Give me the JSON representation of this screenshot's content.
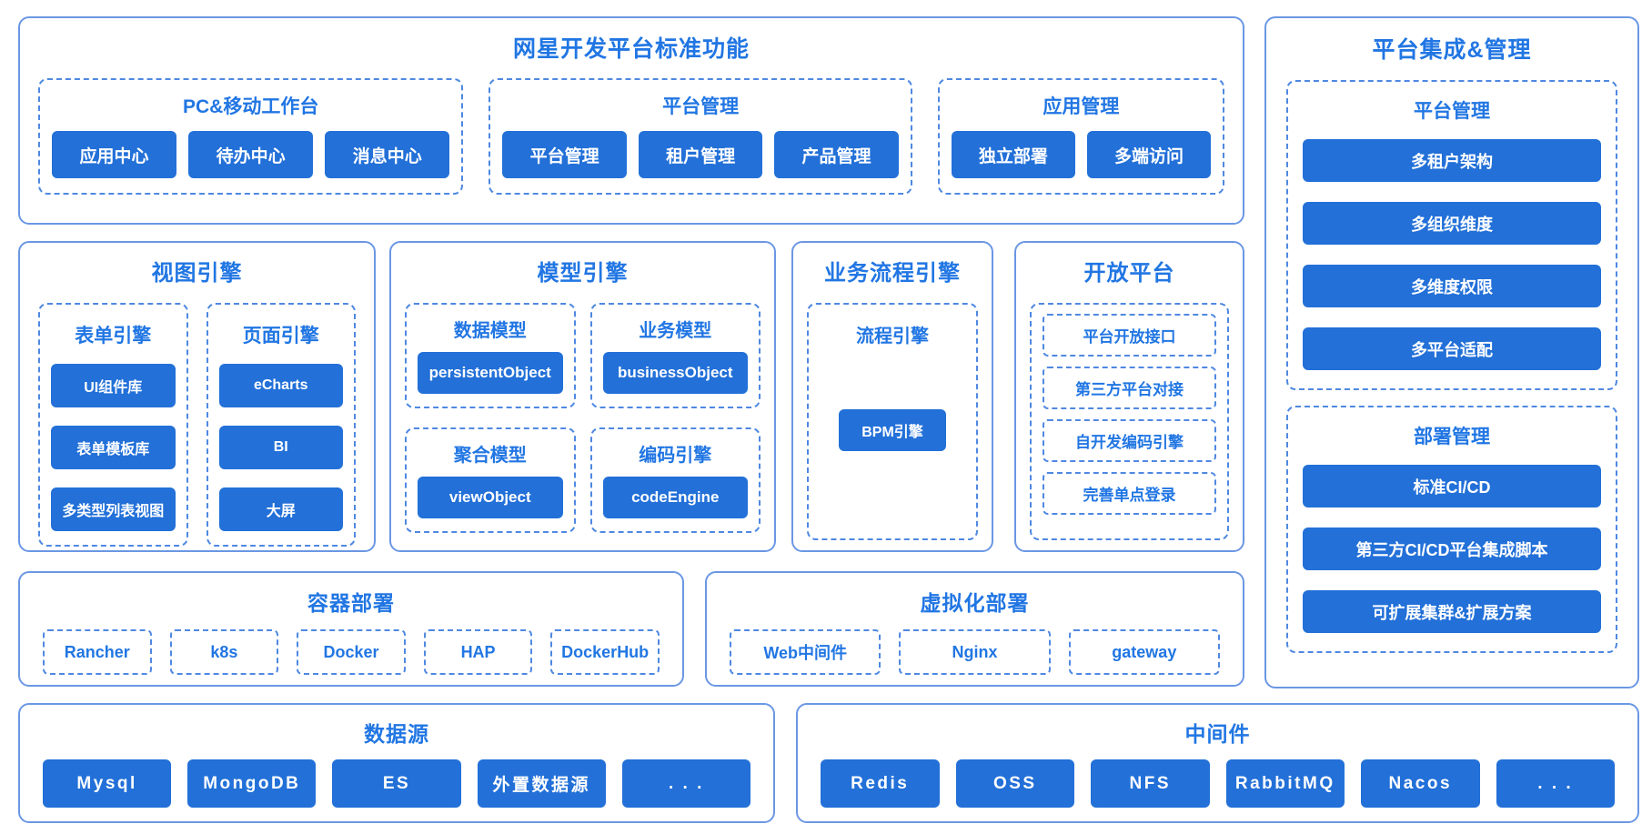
{
  "colors": {
    "button_fill": "#2270d8",
    "title_text": "#2176e3",
    "solid_border": "#6b97e4",
    "dashed_border": "#4f88e1",
    "background": "#ffffff"
  },
  "standard": {
    "title": "网星开发平台标准功能",
    "groups": [
      {
        "title": "PC&移动工作台",
        "buttons": [
          "应用中心",
          "待办中心",
          "消息中心"
        ]
      },
      {
        "title": "平台管理",
        "buttons": [
          "平台管理",
          "租户管理",
          "产品管理"
        ]
      },
      {
        "title": "应用管理",
        "buttons": [
          "独立部署",
          "多端访问"
        ]
      }
    ]
  },
  "view_engine": {
    "title": "视图引擎",
    "columns": [
      {
        "title": "表单引擎",
        "buttons": [
          "UI组件库",
          "表单模板库",
          "多类型列表视图"
        ]
      },
      {
        "title": "页面引擎",
        "buttons": [
          "eCharts",
          "BI",
          "大屏"
        ]
      }
    ]
  },
  "model_engine": {
    "title": "模型引擎",
    "cells": [
      {
        "title": "数据模型",
        "button": "persistentObject"
      },
      {
        "title": "业务模型",
        "button": "businessObject"
      },
      {
        "title": "聚合模型",
        "button": "viewObject"
      },
      {
        "title": "编码引擎",
        "button": "codeEngine"
      }
    ]
  },
  "bpm": {
    "title": "业务流程引擎",
    "sub_title": "流程引擎",
    "button": "BPM引擎"
  },
  "open_platform": {
    "title": "开放平台",
    "items": [
      "平台开放接口",
      "第三方平台对接",
      "自开发编码引擎",
      "完善单点登录"
    ]
  },
  "container_deploy": {
    "title": "容器部署",
    "items": [
      "Rancher",
      "k8s",
      "Docker",
      "HAP",
      "DockerHub"
    ]
  },
  "virtualization_deploy": {
    "title": "虚拟化部署",
    "items": [
      "Web中间件",
      "Nginx",
      "gateway"
    ]
  },
  "datasource": {
    "title": "数据源",
    "buttons": [
      "Mysql",
      "MongoDB",
      "ES",
      "外置数据源",
      ". . ."
    ]
  },
  "middleware": {
    "title": "中间件",
    "buttons": [
      "Redis",
      "OSS",
      "NFS",
      "RabbitMQ",
      "Nacos",
      ". . ."
    ]
  },
  "integration": {
    "title": "平台集成&管理",
    "sections": [
      {
        "title": "平台管理",
        "buttons": [
          "多租户架构",
          "多组织维度",
          "多维度权限",
          "多平台适配"
        ]
      },
      {
        "title": "部署管理",
        "buttons": [
          "标准CI/CD",
          "第三方CI/CD平台集成脚本",
          "可扩展集群&扩展方案"
        ]
      }
    ]
  }
}
